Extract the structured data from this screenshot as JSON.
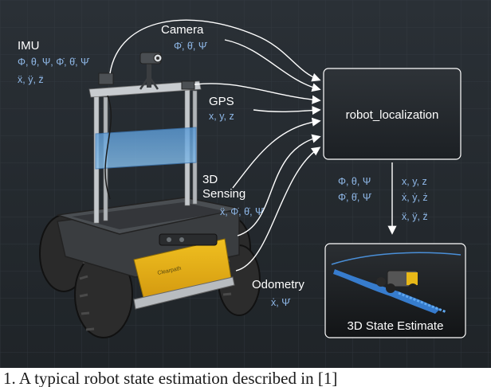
{
  "sensors": {
    "imu": {
      "label": "IMU",
      "line1": "Φ, θ, Ψ, Φ̇, θ̇, Ψ̇",
      "line2": "ẍ, ÿ, z̈"
    },
    "camera": {
      "label": "Camera",
      "vars": "Φ̇, θ̇, Ψ̇"
    },
    "gps": {
      "label": "GPS",
      "vars": "x, y, z"
    },
    "sensing3d": {
      "label_line1": "3D",
      "label_line2": "Sensing",
      "vars": "ẍ, Φ̇, θ̇, Ψ̇"
    },
    "odometry": {
      "label": "Odometry",
      "vars": "ẋ, Ψ̇"
    }
  },
  "localization": {
    "label": "robot_localization"
  },
  "outputs": {
    "left_col1": "Φ, θ, Ψ",
    "left_col2": "Φ̇, θ̇, Ψ̇",
    "right_col1": "x, y, z",
    "right_col2": "ẋ, ẏ, ż",
    "right_col3": "ẍ, ÿ, z̈"
  },
  "estimate": {
    "label": "3D State Estimate"
  },
  "robot": {
    "brand": "Clearpath"
  },
  "caption": {
    "text": "1. A typical robot state estimation described in [1]"
  }
}
